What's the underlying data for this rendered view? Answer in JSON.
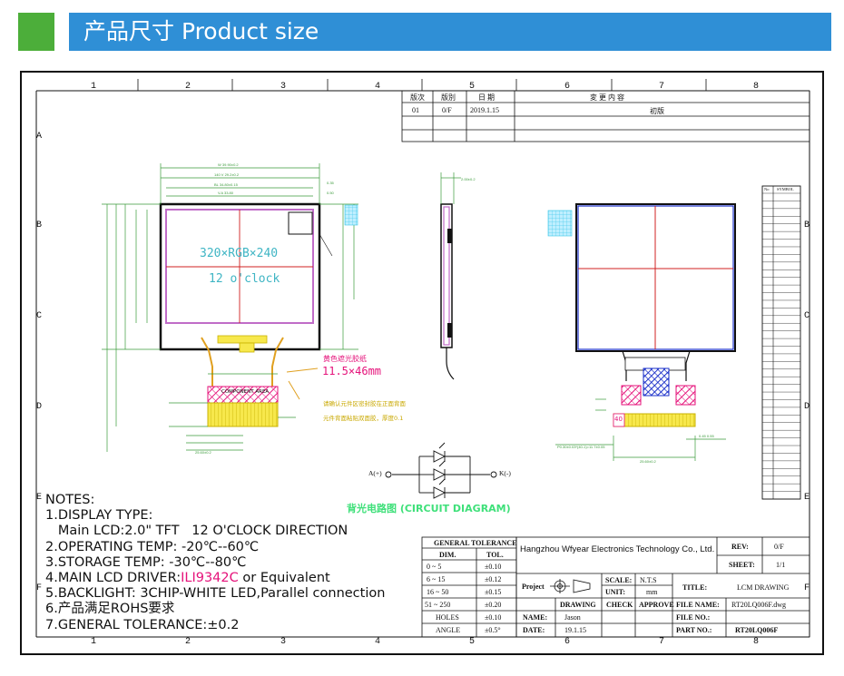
{
  "header": {
    "title": "产品尺寸 Product size",
    "accent_green": "#4cae3a",
    "accent_blue": "#2f8fd6"
  },
  "ruler": {
    "columns": [
      "1",
      "2",
      "3",
      "4",
      "5",
      "6",
      "7",
      "8"
    ],
    "rows": [
      "A",
      "B",
      "C",
      "D",
      "E",
      "F"
    ]
  },
  "revision_table": {
    "headers": [
      "版次",
      "版別",
      "日 期",
      "変    更    内    容"
    ],
    "row": [
      "01",
      "0/F",
      "2019.1.15",
      "初版"
    ]
  },
  "drawing": {
    "resolution_label": "320×RGB×240",
    "orientation_label": "12 o'clock",
    "tape_note": "黄色遮光胶纸",
    "tape_size": "11.5×46mm",
    "component_area": "COMPONENT AREA",
    "fpc_note_1": "请确认元件区密封胶在正面背面",
    "fpc_note_2": "元件背面粘贴双面胶，厚度0.1",
    "dim_40": "40",
    "circuit_anode": "A(+)",
    "circuit_cathode": "K(-)",
    "circuit_title": "背光电路图 (CIRCUIT DIAGRAM)",
    "pin_header_no": "No",
    "pin_header_symbol": "SYMBOL"
  },
  "notes": {
    "title": "NOTES:",
    "l1": "1.DISPLAY TYPE:",
    "l2": "   Main LCD:2.0\" TFT   12 O'CLOCK DIRECTION",
    "l3": "2.OPERATING TEMP: -20℃--60℃",
    "l4": "3.STORAGE TEMP: -30℃--80℃",
    "l5_prefix": "4.MAIN LCD DRIVER:",
    "l5_driver": "ILI9342C",
    "l5_suffix": " or Equivalent",
    "l6": "5.BACKLIGHT: 3CHIP-WHITE LED,Parallel connection",
    "l7": "6.产品满足ROHS要求",
    "l8": "7.GENERAL TOLERANCE:±0.2"
  },
  "tolerance_table": {
    "title": "GENERAL TOLERANCE",
    "headers": [
      "DIM.",
      "TOL."
    ],
    "rows": [
      [
        "0  ~  5",
        "±0.10"
      ],
      [
        "6  ~  15",
        "±0.12"
      ],
      [
        "16  ~  50",
        "±0.15"
      ],
      [
        "51  ~  250",
        "±0.20"
      ],
      [
        "HOLES",
        "±0.10"
      ],
      [
        "ANGLE",
        "±0.5°"
      ]
    ]
  },
  "title_block": {
    "company": "Hangzhou Wfyear Electronics Technology Co., Ltd.",
    "project_label": "Project",
    "scale_label": "SCALE:",
    "scale_value": "N.T.S",
    "unit_label": "UNIT:",
    "unit_value": "mm",
    "title_label": "TITLE:",
    "title_value": "LCM DRAWING",
    "drawing_label": "DRAWING",
    "check_label": "CHECK",
    "approve_label": "APPROVE",
    "file_name_label": "FILE NAME:",
    "file_name_value": "RT20LQ006F.dwg",
    "name_label": "NAME:",
    "name_value": "Jason",
    "date_label": "DATE:",
    "date_value": "19.1.15",
    "file_no_label": "FILE NO.:",
    "part_no_label": "PART NO.:",
    "part_no_value": "RT20LQ006F",
    "rev_label": "REV:",
    "rev_value": "0/F",
    "sheet_label": "SHEET:",
    "sheet_value": "1/1"
  }
}
